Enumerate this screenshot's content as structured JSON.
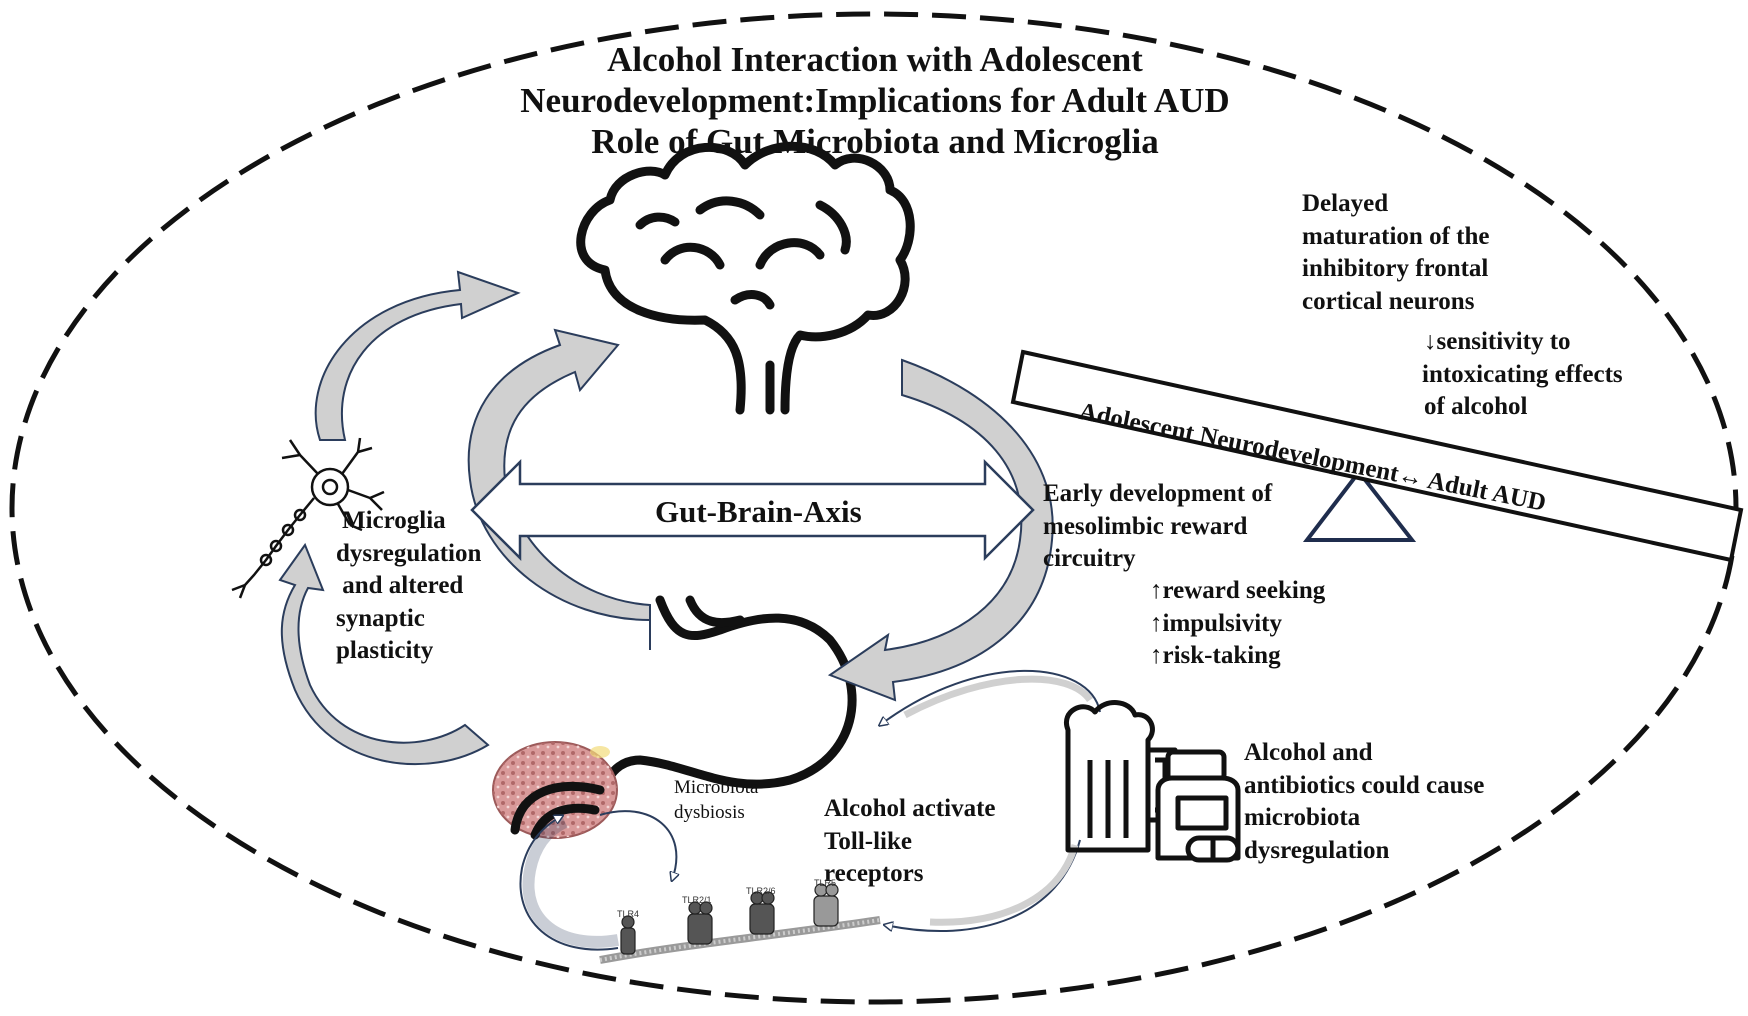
{
  "title": {
    "line1": "Alcohol Interaction with Adolescent",
    "line2": "Neurodevelopment:Implications for Adult AUD",
    "line3": "Role of Gut Microbiota and Microglia"
  },
  "axis_label": "Gut-Brain-Axis",
  "frontal": {
    "line1": "Delayed",
    "line2": "maturation of the",
    "line3": "inhibitory frontal",
    "line4": "cortical neurons"
  },
  "sensitivity": {
    "line1": "↓sensitivity to",
    "line2": "intoxicating effects",
    "line3": "of alcohol"
  },
  "balance_label": "Adolescent Neurodevelopment↔ Adult AUD",
  "mesolimbic": {
    "line1": "Early development of",
    "line2": "mesolimbic reward",
    "line3": "circuitry"
  },
  "effects": {
    "line1": "↑reward seeking",
    "line2": "↑impulsivity",
    "line3": "↑risk-taking"
  },
  "microglia": {
    "line1": "Microglia",
    "line2": "dysregulation",
    "line3": " and altered",
    "line4": "synaptic",
    "line5": "plasticity"
  },
  "dysbiosis": {
    "line1": "Microbiota",
    "line2": "dysbiosis"
  },
  "tlr_text": {
    "line1": "Alcohol activate",
    "line2": "Toll-like",
    "line3": "receptors"
  },
  "antibiotics": {
    "line1": "Alcohol and",
    "line2": "antibiotics could cause",
    "line3": "microbiota",
    "line4": "dysregulation"
  },
  "receptors": [
    "TLR4",
    "TLR2/1",
    "TLR2/6",
    "TLR5"
  ],
  "colors": {
    "line": "#111111",
    "arrow_fill": "#d0d0d0",
    "arrow_stroke": "#2b3d5c",
    "triangle": "#1f2d4d",
    "intestine": "#d99a9a"
  }
}
